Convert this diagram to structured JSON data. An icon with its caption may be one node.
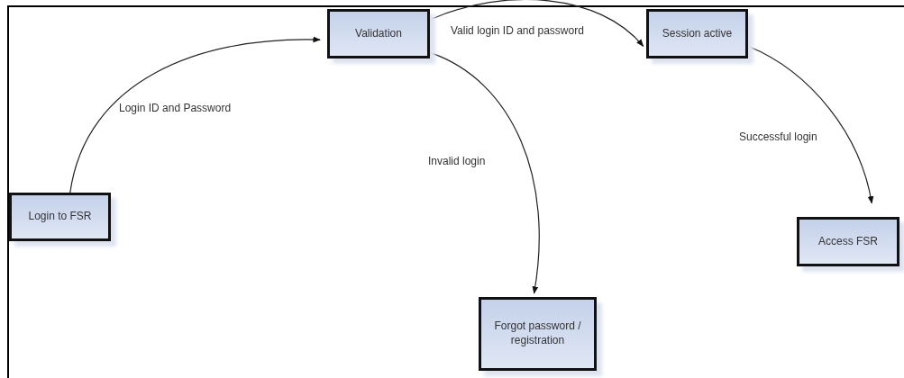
{
  "diagram": {
    "nodes": [
      {
        "text": [
          "Login to FSR"
        ]
      },
      {
        "text": [
          "Validation"
        ]
      },
      {
        "text": [
          "Session active"
        ]
      },
      {
        "text": [
          "Access FSR"
        ]
      },
      {
        "text": [
          "Forgot password / registration"
        ]
      }
    ],
    "edges": [
      {
        "from": 0,
        "to": 1,
        "arrow": "to",
        "label": "Login ID and Password"
      },
      {
        "from": 1,
        "to": 2,
        "arrow": "to",
        "label": "Valid login ID and password"
      },
      {
        "from": 1,
        "to": 4,
        "arrow": "to",
        "label": "Invalid login"
      },
      {
        "from": 2,
        "to": 3,
        "arrow": "to",
        "label": "Successful login"
      }
    ]
  }
}
